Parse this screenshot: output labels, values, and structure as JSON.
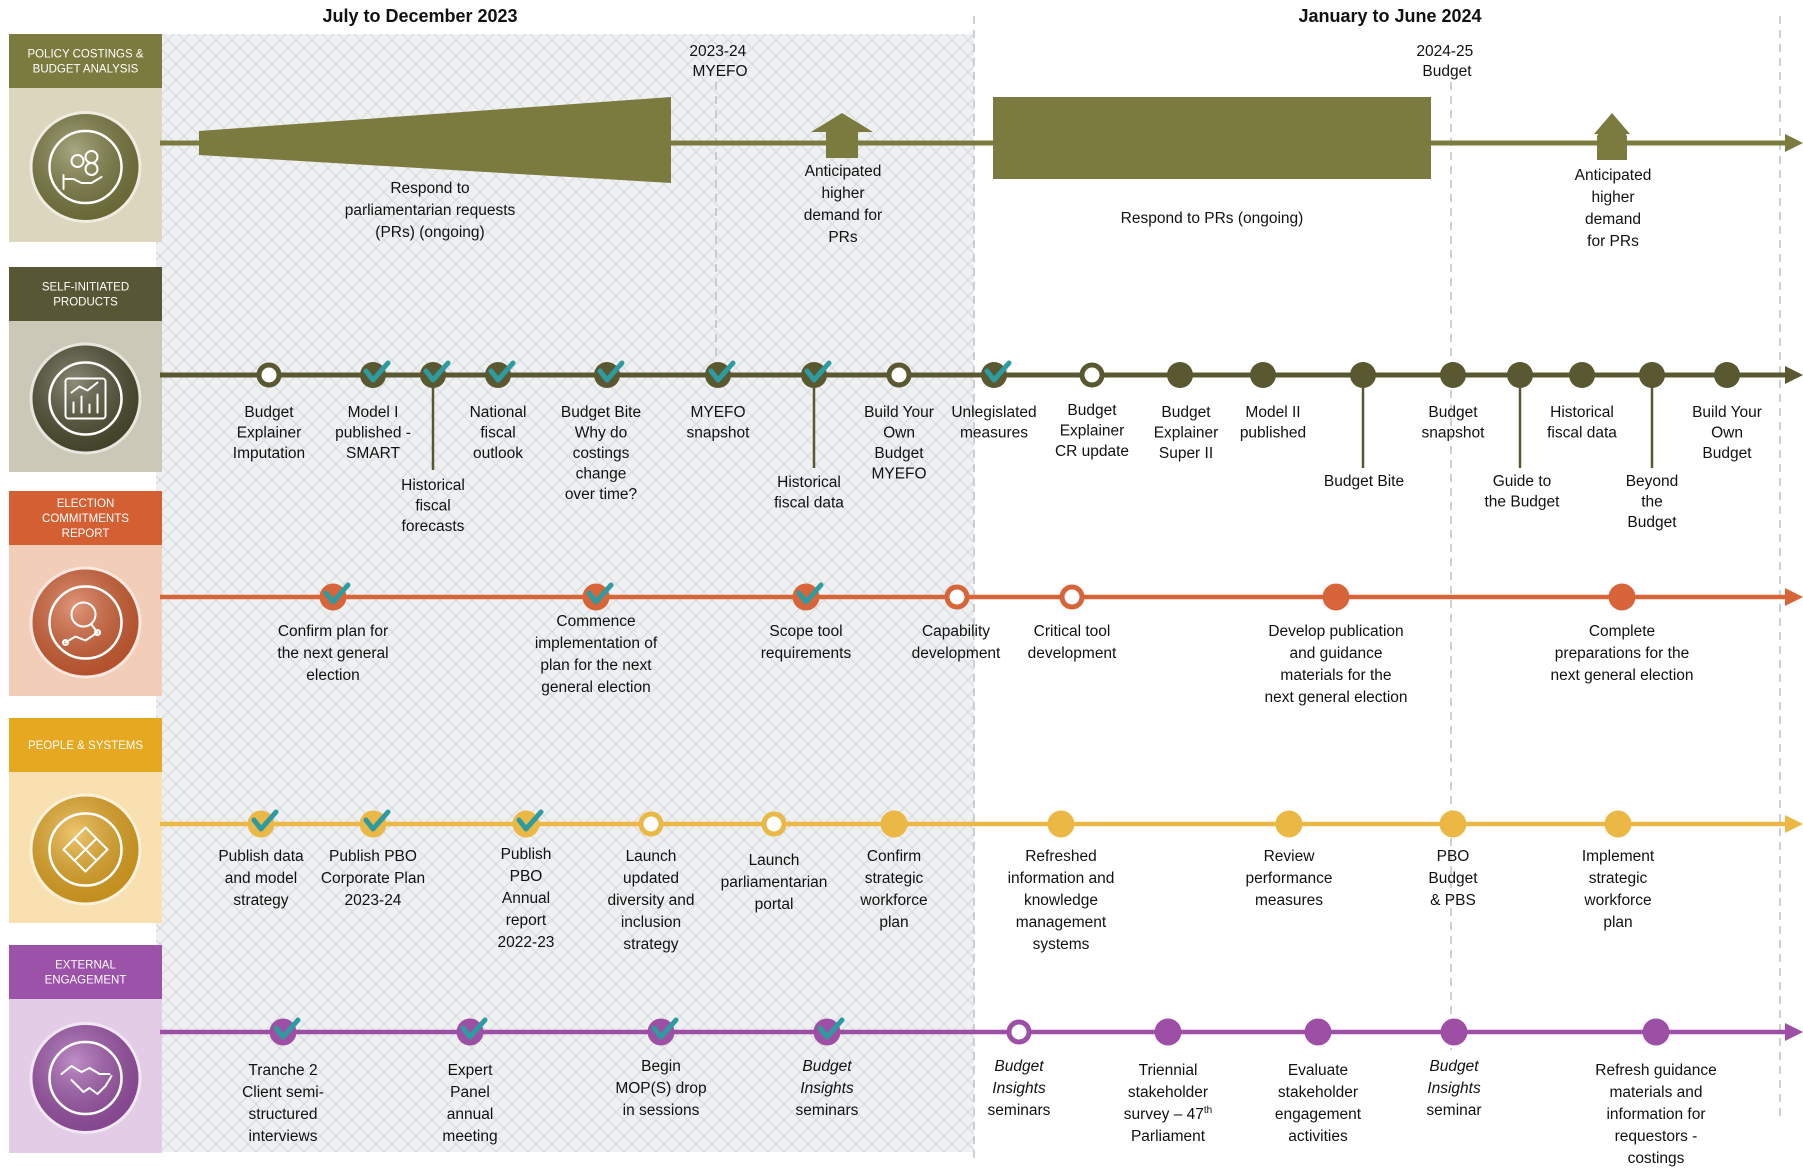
{
  "header": {
    "period_left": "July to December 2023",
    "period_right": "January to June 2024"
  },
  "markers": {
    "myefo": [
      "2023-24",
      "MYEFO"
    ],
    "budget": [
      "2024-25",
      "Budget"
    ]
  },
  "categories": [
    {
      "id": "policy",
      "title": [
        "POLICY COSTINGS &",
        "BUDGET ANALYSIS"
      ],
      "header_color": "#7b7a3f",
      "panel_color": "#dbd6bd",
      "circle_color": "#7b7a3f",
      "icon": "coins-hand-icon"
    },
    {
      "id": "self",
      "title": [
        "SELF-INITIATED",
        "PRODUCTS"
      ],
      "header_color": "#575635",
      "panel_color": "#cbc8b7",
      "circle_color": "#4e4d30",
      "icon": "report-chart-icon"
    },
    {
      "id": "election",
      "title": [
        "ELECTION",
        "COMMITMENTS",
        "REPORT"
      ],
      "header_color": "#d35f33",
      "panel_color": "#f2cdb8",
      "circle_color": "#d35f33",
      "icon": "magnifier-network-icon"
    },
    {
      "id": "people",
      "title": [
        "PEOPLE & SYSTEMS"
      ],
      "header_color": "#e6a821",
      "panel_color": "#f8e0b0",
      "circle_color": "#e6a821",
      "icon": "puzzle-icon"
    },
    {
      "id": "external",
      "title": [
        "EXTERNAL",
        "ENGAGEMENT"
      ],
      "header_color": "#9c52a8",
      "panel_color": "#e3cde6",
      "circle_color": "#9c52a8",
      "icon": "handshake-icon"
    }
  ],
  "policy_row": {
    "wedge_label": [
      "Respond to",
      "parliamentarian requests",
      "(PRs) (ongoing)"
    ],
    "arrow1_label": [
      "Anticipated",
      "higher",
      "demand for",
      "PRs"
    ],
    "bar_label": [
      "Respond to PRs (ongoing)"
    ],
    "arrow2_label": [
      "Anticipated",
      "higher",
      "demand",
      "for PRs"
    ]
  },
  "lanes": {
    "self": {
      "color": "#595830",
      "milestones": [
        {
          "label": [
            "Budget",
            "Explainer",
            "Imputation"
          ],
          "status": "open"
        },
        {
          "label": [
            "Model I",
            "published -",
            "SMART"
          ],
          "status": "done"
        },
        {
          "label": [
            "Historical",
            "fiscal",
            "forecasts"
          ],
          "status": "done"
        },
        {
          "label": [
            "National",
            "fiscal",
            "outlook"
          ],
          "status": "done"
        },
        {
          "label": [
            "Budget Bite",
            "Why do",
            "costings",
            "change",
            "over time?"
          ],
          "status": "done"
        },
        {
          "label": [
            "MYEFO",
            "snapshot"
          ],
          "status": "done"
        },
        {
          "label": [
            "Historical",
            "fiscal data"
          ],
          "status": "done"
        },
        {
          "label": [
            "Build Your",
            "Own",
            "Budget",
            "MYEFO"
          ],
          "status": "open"
        },
        {
          "label": [
            "Unlegislated",
            "measures"
          ],
          "status": "done"
        },
        {
          "label": [
            "Budget",
            "Explainer",
            "CR update"
          ],
          "status": "open"
        },
        {
          "label": [
            "Budget",
            "Explainer",
            "Super II"
          ],
          "status": "planned"
        },
        {
          "label": [
            "Model II",
            "published"
          ],
          "status": "planned"
        },
        {
          "label": [
            "Budget Bite"
          ],
          "status": "planned"
        },
        {
          "label": [
            "Budget",
            "snapshot"
          ],
          "status": "planned"
        },
        {
          "label": [
            "Guide to",
            "the Budget"
          ],
          "status": "planned"
        },
        {
          "label": [
            "Historical",
            "fiscal data"
          ],
          "status": "planned"
        },
        {
          "label": [
            "Beyond",
            "the",
            "Budget"
          ],
          "status": "planned"
        },
        {
          "label": [
            "Build Your",
            "Own",
            "Budget"
          ],
          "status": "planned"
        }
      ]
    },
    "election": {
      "color": "#d8643a",
      "milestones": [
        {
          "label": [
            "Confirm plan for",
            "the next general",
            "election"
          ],
          "status": "done"
        },
        {
          "label": [
            "Commence",
            "implementation of",
            "plan for the next",
            "general election"
          ],
          "status": "done"
        },
        {
          "label": [
            "Scope tool",
            "requirements"
          ],
          "status": "done"
        },
        {
          "label": [
            "Capability",
            "development"
          ],
          "status": "open"
        },
        {
          "label": [
            "Critical tool",
            "development"
          ],
          "status": "open"
        },
        {
          "label": [
            "Develop publication",
            "and guidance",
            "materials for the",
            "next general election"
          ],
          "status": "planned"
        },
        {
          "label": [
            "Complete",
            "preparations for the",
            "next general election"
          ],
          "status": "planned"
        }
      ]
    },
    "people": {
      "color": "#ebb845",
      "milestones": [
        {
          "label": [
            "Publish data",
            "and model",
            "strategy"
          ],
          "status": "done"
        },
        {
          "label": [
            "Publish PBO",
            "Corporate Plan",
            "2023-24"
          ],
          "status": "done"
        },
        {
          "label": [
            "Publish",
            "PBO",
            "Annual",
            "report",
            "2022-23"
          ],
          "status": "done"
        },
        {
          "label": [
            "Launch",
            "updated",
            "diversity and",
            "inclusion",
            "strategy"
          ],
          "status": "open"
        },
        {
          "label": [
            "Launch",
            "parliamentarian",
            "portal"
          ],
          "status": "open"
        },
        {
          "label": [
            "Confirm",
            "strategic",
            "workforce",
            "plan"
          ],
          "status": "planned"
        },
        {
          "label": [
            "Refreshed",
            "information and",
            "knowledge",
            "management",
            "systems"
          ],
          "status": "planned"
        },
        {
          "label": [
            "Review",
            "performance",
            "measures"
          ],
          "status": "planned"
        },
        {
          "label": [
            "PBO",
            "Budget",
            "& PBS"
          ],
          "status": "planned"
        },
        {
          "label": [
            "Implement",
            "strategic",
            "workforce",
            "plan"
          ],
          "status": "planned"
        }
      ]
    },
    "external": {
      "color": "#9d4fa6",
      "milestones": [
        {
          "label": [
            "Tranche 2",
            "Client semi-",
            "structured",
            "interviews"
          ],
          "status": "done"
        },
        {
          "label": [
            "Expert",
            "Panel",
            "annual",
            "meeting"
          ],
          "status": "done"
        },
        {
          "label": [
            "Begin",
            "MOP(S) drop",
            "in sessions"
          ],
          "status": "done"
        },
        {
          "label": [
            "Budget",
            "Insights",
            "seminars"
          ],
          "status": "done"
        },
        {
          "label": [
            "Budget",
            "Insights",
            "seminars"
          ],
          "status": "open"
        },
        {
          "label": [
            "Triennial",
            "stakeholder",
            "survey – 47th",
            "Parliament"
          ],
          "status": "planned"
        },
        {
          "label": [
            "Evaluate",
            "stakeholder",
            "engagement",
            "activities"
          ],
          "status": "planned"
        },
        {
          "label": [
            "Budget",
            "Insights",
            "seminar"
          ],
          "status": "planned"
        },
        {
          "label": [
            "Refresh guidance",
            "materials and",
            "information for",
            "requestors -",
            "costings"
          ],
          "status": "planned"
        }
      ]
    }
  },
  "colors": {
    "check": "#2e9ba0",
    "divider": "#c8c8c8",
    "shade": "#eef0f1"
  }
}
